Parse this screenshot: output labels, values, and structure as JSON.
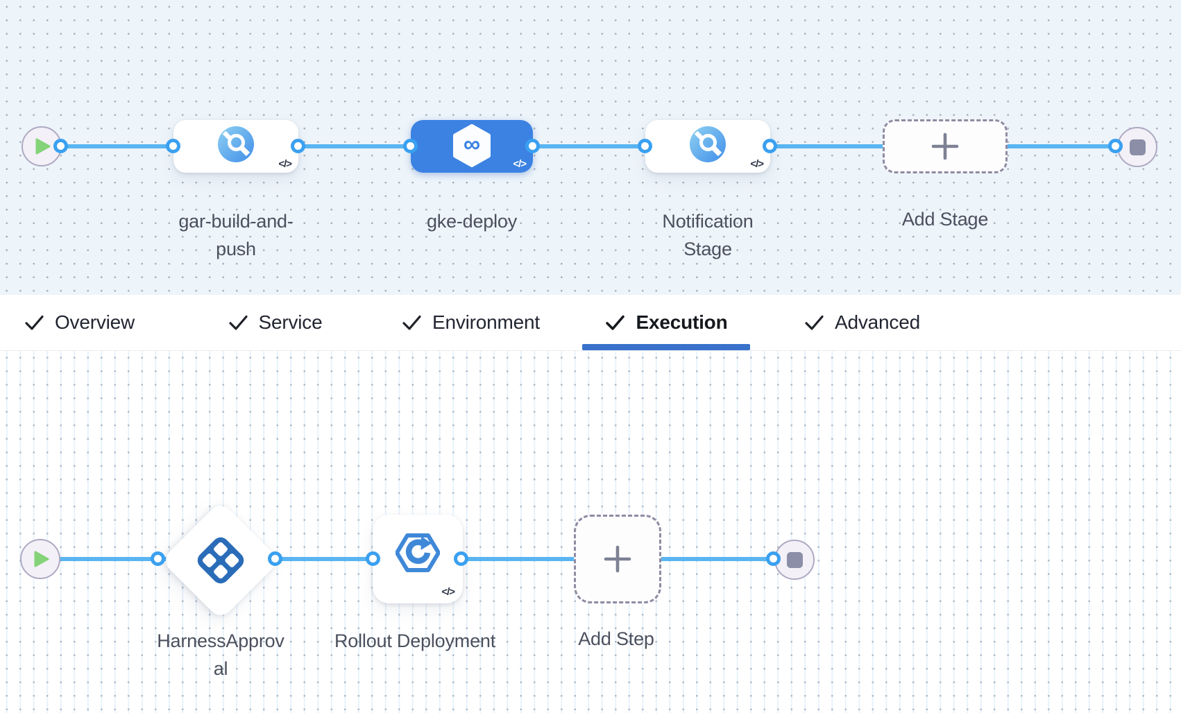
{
  "stage_flow": {
    "stages": [
      {
        "name": "gar-build-and-push",
        "icon": "artifact-registry-icon",
        "selected": false
      },
      {
        "name": "gke-deploy",
        "icon": "harness-cd-icon",
        "selected": true
      },
      {
        "name": "Notification Stage",
        "icon": "artifact-registry-icon",
        "selected": false
      }
    ],
    "add_stage_label": "Add Stage"
  },
  "tab_bar": {
    "tabs": [
      {
        "label": "Overview",
        "checked": true,
        "active": false
      },
      {
        "label": "Service",
        "checked": true,
        "active": false
      },
      {
        "label": "Environment",
        "checked": true,
        "active": false
      },
      {
        "label": "Execution",
        "checked": true,
        "active": true
      },
      {
        "label": "Advanced",
        "checked": true,
        "active": false
      }
    ]
  },
  "step_flow": {
    "steps": [
      {
        "name": "HarnessApproval",
        "icon": "harness-approval-icon"
      },
      {
        "name": "Rollout Deployment",
        "icon": "rollout-deployment-icon"
      }
    ],
    "add_step_label": "Add Step"
  },
  "icons": {
    "play-icon": "▶",
    "stop-icon": "■",
    "check-icon": "✓",
    "plus-icon": "+",
    "code-icon": "</>",
    "harness-cd-icon": "∞",
    "artifact-registry-icon": "blue circle with magnifier",
    "harness-approval-icon": "blue diamond grid",
    "rollout-deployment-icon": "hexagon with circular arrow"
  },
  "colors": {
    "connector_line": "#59b5f1",
    "connector_dot_border": "#3aa0f0",
    "selected_stage_bg": "#3b82e2",
    "active_tab_underline": "#3a72cb",
    "canvas_top_bg": "#edf4fa",
    "play_green": "#84d378",
    "stop_gray": "#8b8ea6",
    "label_text": "#4b505e"
  }
}
